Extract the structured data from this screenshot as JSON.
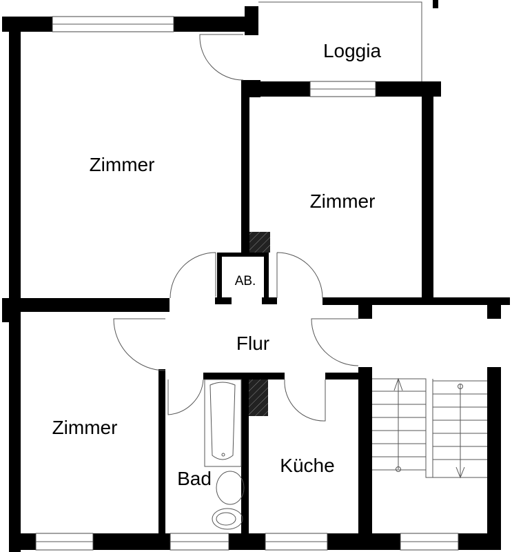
{
  "title": "Grundriss",
  "rooms": {
    "loggia": "Loggia",
    "zimmer_top_left": "Zimmer",
    "zimmer_top_right": "Zimmer",
    "abstellraum": "AB.",
    "flur": "Flur",
    "zimmer_bottom_left": "Zimmer",
    "kueche": "Küche",
    "bad": "Bad"
  }
}
